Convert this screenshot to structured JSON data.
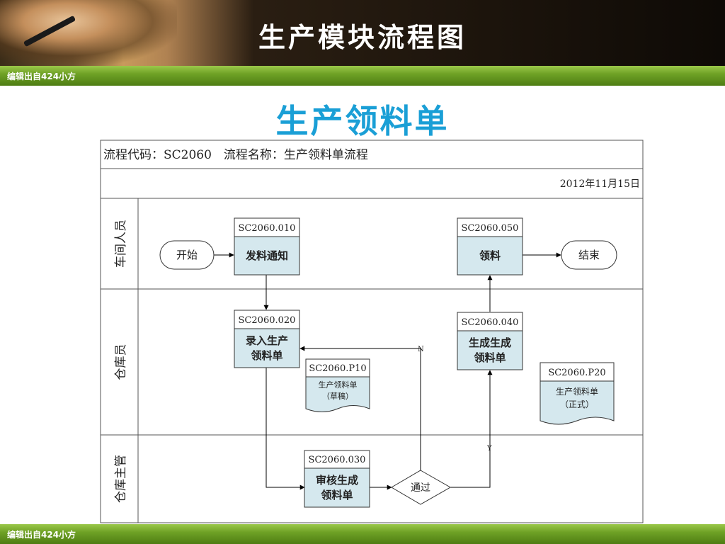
{
  "title": "生产模块流程图",
  "footer_note": "编辑出自424小方",
  "subtitle": "生产领料单",
  "process_header": "流程代码：SC2060　流程名称：生产领料单流程",
  "date": "2012年11月15日",
  "lanes": [
    "车间人员",
    "仓库员",
    "仓库主管"
  ],
  "nodes": {
    "start": "开始",
    "end": "结束",
    "n010_code": "SC2060.010",
    "n010_label": "发料通知",
    "n020_code": "SC2060.020",
    "n020_line1": "录入生产",
    "n020_line2": "领料单",
    "n030_code": "SC2060.030",
    "n030_line1": "审核生成",
    "n030_line2": "领料单",
    "n040_code": "SC2060.040",
    "n040_line1": "生成生成",
    "n040_line2": "领料单",
    "n050_code": "SC2060.050",
    "n050_label": "领料",
    "p10_code": "SC2060.P10",
    "p10_line1": "生产领料单",
    "p10_line2": "（草稿）",
    "p20_code": "SC2060.P20",
    "p20_line1": "生产领料单",
    "p20_line2": "（正式）",
    "decision": "通过",
    "yes": "Y",
    "no": "N"
  }
}
